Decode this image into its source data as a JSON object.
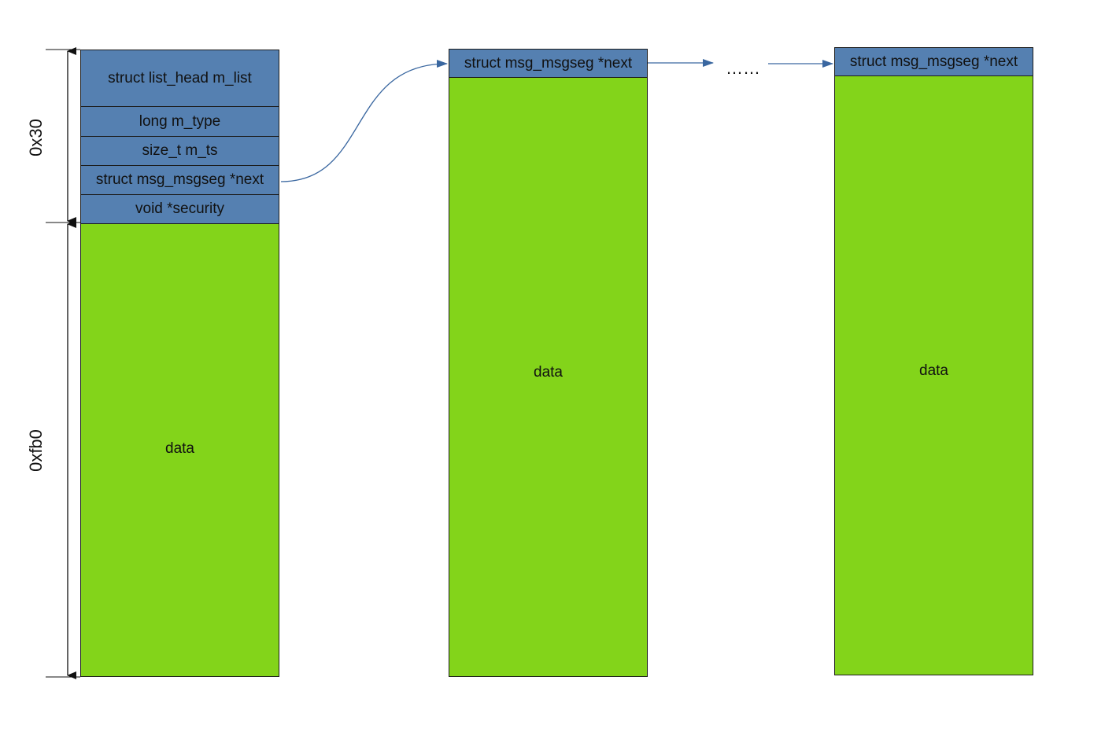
{
  "msg_msg": {
    "fields": [
      "struct list_head m_list",
      "long m_type",
      "size_t m_ts",
      "struct msg_msgseg *next",
      "void *security"
    ],
    "data_label": "data"
  },
  "size_labels": {
    "header": "0x30",
    "data": "0xfb0"
  },
  "segments": [
    {
      "next_label": "struct msg_msgseg *next",
      "data_label": "data"
    },
    {
      "next_label": "struct msg_msgseg *next",
      "data_label": "data"
    }
  ],
  "ellipsis": "……",
  "colors": {
    "header_fill": "#5580b1",
    "data_fill": "#83d41a",
    "arrow": "#3a67a0"
  }
}
